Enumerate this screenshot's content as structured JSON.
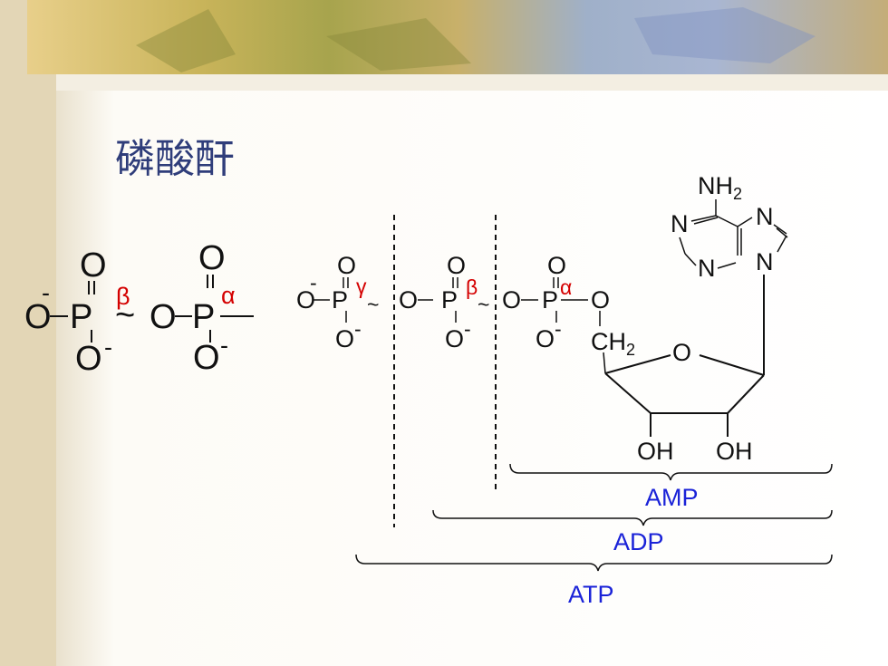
{
  "title": "磷酸酐",
  "left": {
    "o_top_beta": "O",
    "o_top_alpha": "O",
    "o_left": "O",
    "minus_left": "-",
    "p_beta": "P",
    "p_alpha": "P",
    "beta": "β",
    "alpha": "α",
    "tilde": "~",
    "o_bridge": "O",
    "o_bot_beta": "O",
    "minus_bot_beta": "-",
    "o_bot_alpha": "O",
    "minus_bot_alpha": "-"
  },
  "atp": {
    "o_left": "O",
    "minus_left": "-",
    "o_top_g": "O",
    "p_g": "P",
    "gamma": "γ",
    "tilde1": "~",
    "o_bot_g": "O",
    "minus_bot_g": "-",
    "o_b1": "O",
    "o_top_b": "O",
    "p_b": "P",
    "beta": "β",
    "tilde2": "~",
    "o_bot_b": "O",
    "minus_bot_b": "-",
    "o_a1": "O",
    "o_top_a": "O",
    "p_a": "P",
    "alpha": "α",
    "o_bot_a": "O",
    "minus_bot_a": "-",
    "o_ester": "O",
    "ch2": "CH",
    "ch2_sub": "2",
    "o_ring": "O",
    "oh1": "OH",
    "oh2": "OH",
    "nh2": "NH",
    "nh2_sub": "2",
    "n1": "N",
    "n3": "N",
    "n7": "N",
    "n9": "N"
  },
  "brackets": {
    "amp": "AMP",
    "adp": "ADP",
    "atp": "ATP"
  },
  "colors": {
    "title": "#2f3d7a",
    "greek_labels": "#d40000",
    "bracket_labels": "#1a23d8"
  }
}
